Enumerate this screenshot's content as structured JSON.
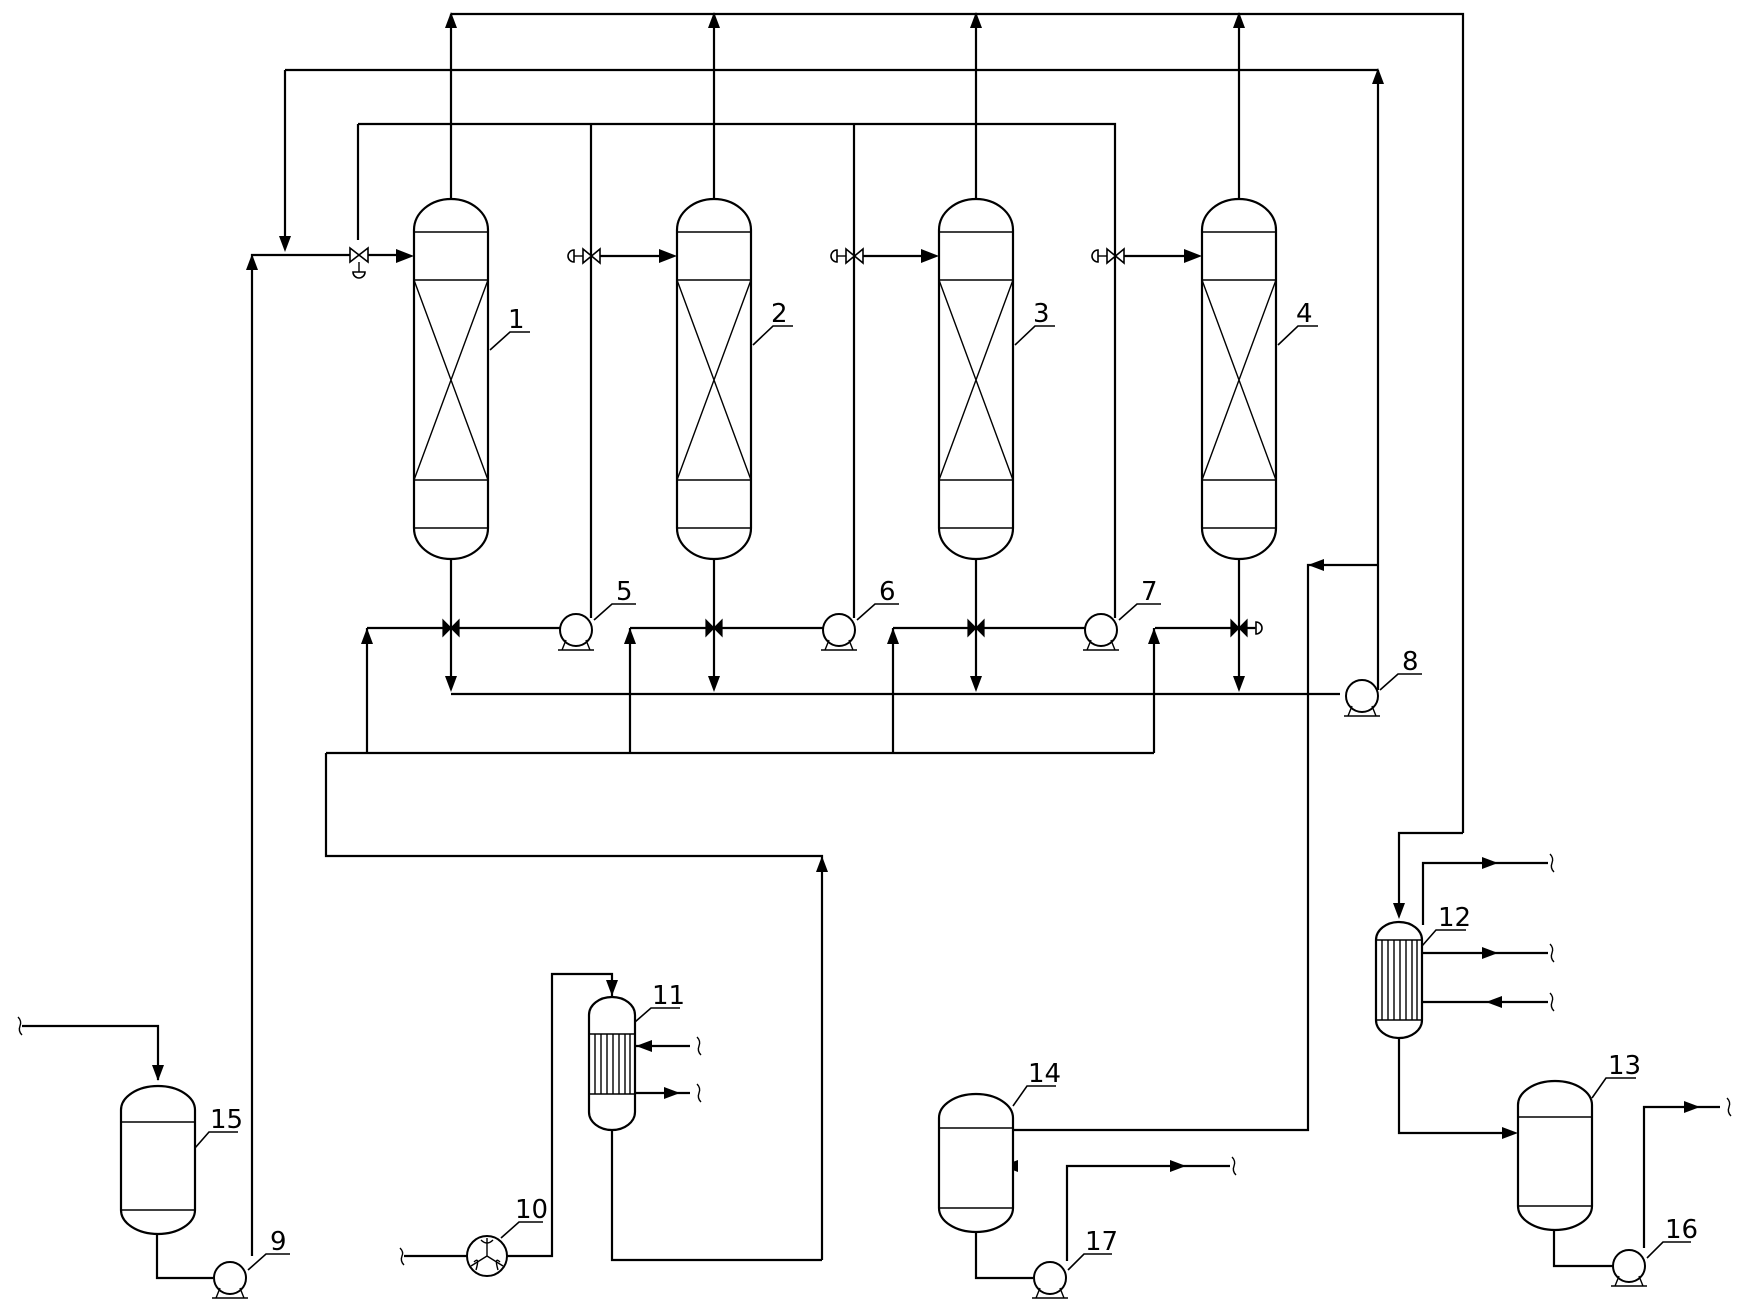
{
  "columns": [
    {
      "id": "1",
      "label": "1"
    },
    {
      "id": "2",
      "label": "2"
    },
    {
      "id": "3",
      "label": "3"
    },
    {
      "id": "4",
      "label": "4"
    }
  ],
  "pumps": [
    {
      "id": "5",
      "label": "5"
    },
    {
      "id": "6",
      "label": "6"
    },
    {
      "id": "7",
      "label": "7"
    },
    {
      "id": "8",
      "label": "8"
    },
    {
      "id": "9",
      "label": "9"
    },
    {
      "id": "16",
      "label": "16"
    },
    {
      "id": "17",
      "label": "17"
    }
  ],
  "fan": {
    "id": "10",
    "label": "10"
  },
  "heat_exchangers": [
    {
      "id": "11",
      "label": "11"
    },
    {
      "id": "12",
      "label": "12"
    }
  ],
  "tanks": [
    {
      "id": "13",
      "label": "13"
    },
    {
      "id": "14",
      "label": "14"
    },
    {
      "id": "15",
      "label": "15"
    }
  ],
  "colors": {
    "line": "#000000",
    "background": "#ffffff"
  }
}
